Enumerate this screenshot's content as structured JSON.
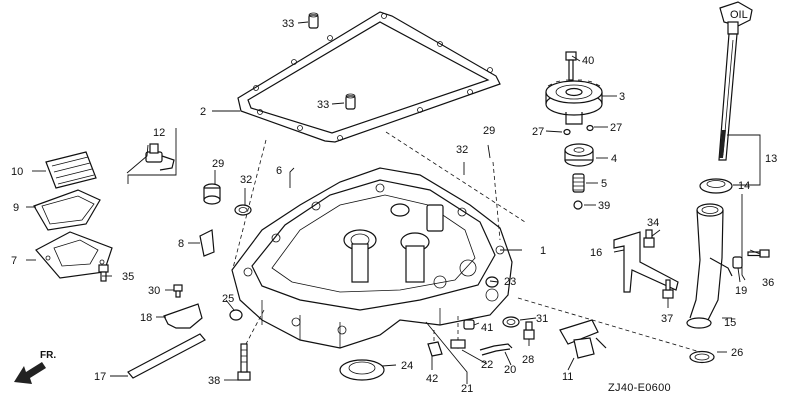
{
  "diagram": {
    "drawing_code": "ZJ40-E0600",
    "direction_label": "FR.",
    "callouts": {
      "c2": "2",
      "c3": "3",
      "c4": "4",
      "c5": "5",
      "c6": "6",
      "c7": "7",
      "c8": "8",
      "c9": "9",
      "c10": "10",
      "c12": "12",
      "c13": "13",
      "c14": "14",
      "c15": "15",
      "c16": "16",
      "c17": "17",
      "c18": "18",
      "c19": "19",
      "c20": "20",
      "c21": "21",
      "c22": "22",
      "c23": "23",
      "c24": "24",
      "c25": "25",
      "c26": "26",
      "c27a": "27",
      "c27b": "27",
      "c28": "28",
      "c29a": "29",
      "c29b": "29",
      "c30": "30",
      "c31": "31",
      "c32a": "32",
      "c32b": "32",
      "c33a": "33",
      "c33b": "33",
      "c34": "34",
      "c35": "35",
      "c36": "36",
      "c37": "37",
      "c38": "38",
      "c39": "39",
      "c40": "40",
      "c41": "41",
      "c42": "42",
      "c1": "1",
      "c11": "11"
    },
    "dipstick_marking": "OIL"
  }
}
